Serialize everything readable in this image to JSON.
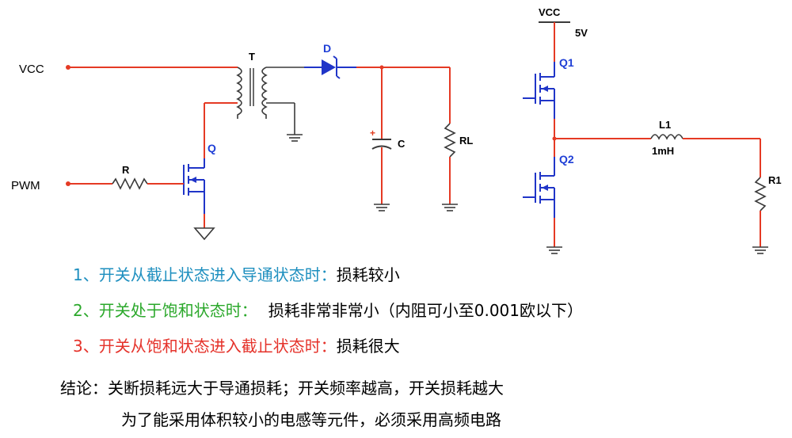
{
  "circuit_left": {
    "labels": {
      "vcc": "VCC",
      "pwm": "PWM",
      "transformer": "T",
      "diode": "D",
      "switch": "Q",
      "resistor": "R",
      "capacitor": "C",
      "load": "RL",
      "cap_polarity": "+"
    }
  },
  "circuit_right": {
    "labels": {
      "vcc": "VCC",
      "voltage": "5V",
      "q1": "Q1",
      "q2": "Q2",
      "inductor": "L1",
      "inductance": "1mH",
      "r1": "R1"
    }
  },
  "notes": [
    {
      "lead": "1、开关从截止状态进入导通状态时：",
      "tail": "损耗较小",
      "color": "#1e8fbf"
    },
    {
      "lead": "2、开关处于饱和状态时：",
      "tail": "损耗非常非常小（内阻可小至0.001欧以下）",
      "color": "#2ba82b"
    },
    {
      "lead": "3、开关从饱和状态进入截止状态时：",
      "tail": "损耗很大",
      "color": "#e5322a"
    }
  ],
  "conclusion": {
    "line1": "结论：关断损耗远大于导通损耗；开关频率越高，开关损耗越大",
    "line2": "为了能采用体积较小的电感等元件，必须采用高频电路"
  },
  "colors": {
    "wire_red": "#e53a24",
    "wire_blue": "#2035c8",
    "component_gray": "#3a3a3a"
  }
}
